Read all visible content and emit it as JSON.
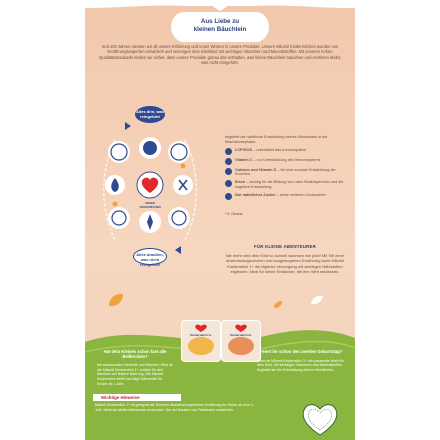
{
  "package": {
    "tagline_line1": "Aus Liebe zu",
    "tagline_line2": "kleinen Bäuchlein",
    "intro": "Seit 100 Jahren stecken wir all unsere Erfahrung und unser Wissen in unsere Produkte. Unsere Milumil Kindermilchen wurden von Ernährungsexperten entwickelt und versorgen dein Kleinkind mit wichtigen Vitaminen und Mineralstoffen. Mit unseren hohen Qualitätsstandards stellen wir sicher, dass unsere Produkte genau das enthalten, was kleine Bäuchlein brauchen und ernähren bleibt, was nicht reingehört."
  },
  "wheel": {
    "top_bubble": "Alles drin, was reingehört",
    "bottom_bubble": "Alles draußen, was nicht reingehört",
    "stamp_label": "UNSER VERSPRECHEN"
  },
  "ingredients": {
    "intro": "begleitet die natürliche Entwicklung deines Kleinkindes in der Wachstumsphase:",
    "items": [
      {
        "name": "LCP/GOS",
        "desc": "unterstützt das Immunsystem"
      },
      {
        "name": "Vitamin C",
        "desc": "zur Unterstützung des Immunsystems"
      },
      {
        "name": "Calcium und Vitamin D",
        "desc": "für eine normale Entwicklung der Knochen"
      },
      {
        "name": "Eisen",
        "desc": "wichtig für die Bildung von roten Blutkörperchen und die kognitive Entwicklung"
      },
      {
        "name": "Nur natürlicher Zucker",
        "desc": "keine weiteren Zuckerarten"
      }
    ],
    "footnote": "* lt. Gesetz"
  },
  "adventure": {
    "title": "FÜR KLEINE ABENTEURER",
    "text": "Nie mehr wird dein Kind so schnell wachsen wie jetzt! Mit Tell einer abwechslungsreichen und ausgewogenen Ernährung kann Milumil Kindermilch 1+ die tägliche Versorgung mit wichtigen Nährstoffen ergänzen. Ideal für kleine Entdecker, die ihre Welt entdecken."
  },
  "panel_left": {
    "title": "Hat dein Kleines schon fast alle Beißerchen?",
    "text": "Mit wachsenden Getreide und frischem Obst ist die Milumil Kindermilch 1+ perfekt für den Wechsel auf festere Nahrung. Die Milumil Kindermilch liefert wichtige Nährstoffe für Kinder ab 1 Jahr."
  },
  "hints": {
    "label": "Wichtige Hinweise",
    "text": "Milumil Kindermilch 1+ ist geeignet als Teil einer abwechslungsreichen Ernährung für Kinder ab dem 1. Jahr. Nicht als Muttermilchersatz verwenden. Nur auf Anraten von Fachleuten verwenden."
  },
  "panel_right": {
    "title": "Feiert ihr schon den zweiten Geburtstag?",
    "text": "Dann ist Milumil Kindermilch 2+ die passende Wahl für dein Kind. Mit wichtigen Vitaminen und Mineralstoffen begleitet sie die Entwicklung deines Kleinkindes."
  },
  "packs": {
    "left_label": "Kindermilch 1+",
    "right_label": "Kindermilch 2+"
  },
  "colors": {
    "navy": "#2f4a8e",
    "peach": "#f2c7ab",
    "green": "#8ab63f",
    "orange": "#f0a33a",
    "red": "#b8262e"
  }
}
